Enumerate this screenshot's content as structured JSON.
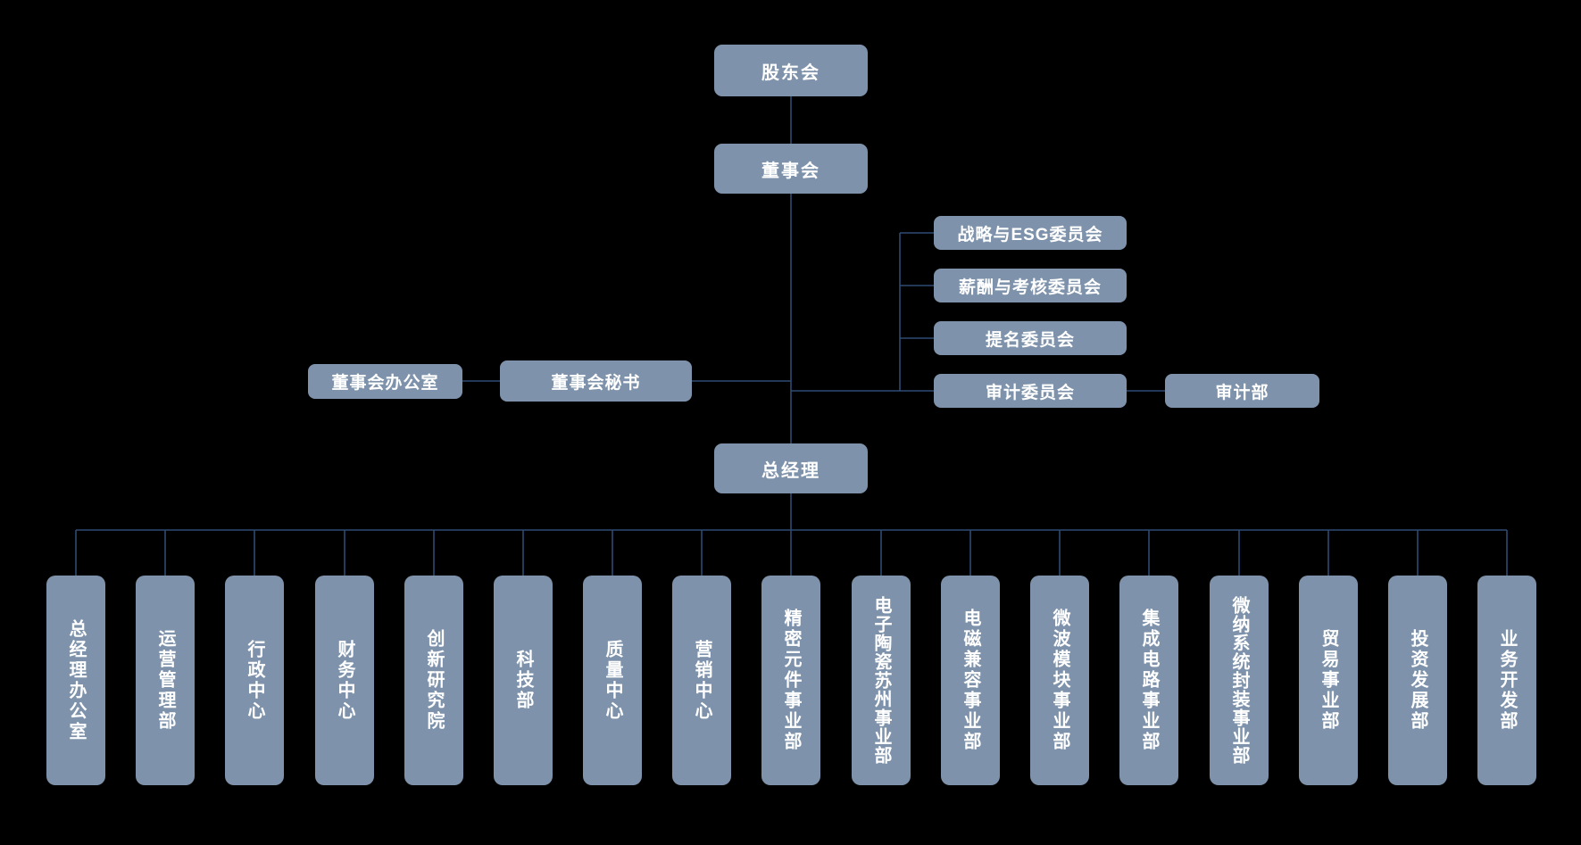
{
  "org": {
    "shareholders": {
      "label": "股东会"
    },
    "board": {
      "label": "董事会"
    },
    "committees": [
      {
        "label": "战略与ESG委员会"
      },
      {
        "label": "薪酬与考核委员会"
      },
      {
        "label": "提名委员会"
      },
      {
        "label": "审计委员会"
      }
    ],
    "audit_dept": {
      "label": "审计部"
    },
    "board_office": {
      "label": "董事会办公室"
    },
    "board_secretary": {
      "label": "董事会秘书"
    },
    "general_manager": {
      "label": "总经理"
    },
    "departments": [
      {
        "label": "总经理办公室"
      },
      {
        "label": "运营管理部"
      },
      {
        "label": "行政中心"
      },
      {
        "label": "财务中心"
      },
      {
        "label": "创新研究院"
      },
      {
        "label": "科技部"
      },
      {
        "label": "质量中心"
      },
      {
        "label": "营销中心"
      },
      {
        "label": "精密元件事业部"
      },
      {
        "label": "电子陶瓷苏州事业部"
      },
      {
        "label": "电磁兼容事业部"
      },
      {
        "label": "微波模块事业部"
      },
      {
        "label": "集成电路事业部"
      },
      {
        "label": "微纳系统封装事业部"
      },
      {
        "label": "贸易事业部"
      },
      {
        "label": "投资发展部"
      },
      {
        "label": "业务开发部"
      }
    ],
    "colors": {
      "box_fill": "#7E93AB",
      "box_text": "#FFFFFF",
      "connector": "#2E4A72",
      "background": "#000000"
    }
  }
}
